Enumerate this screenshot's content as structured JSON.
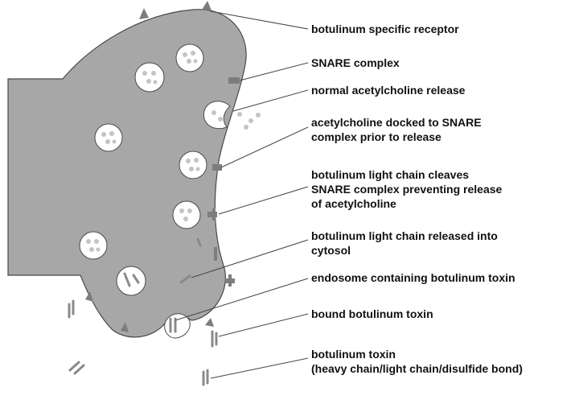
{
  "labels": {
    "receptor": "botulinum specific receptor",
    "snare": "SNARE complex",
    "normal_release": "normal acetylcholine release",
    "docked": [
      "acetylcholine docked to SNARE",
      "complex prior to release"
    ],
    "cleaves": [
      "botulinum light chain cleaves",
      "SNARE complex preventing release",
      "of acetylcholine"
    ],
    "released": [
      "botulinum light chain released into",
      "cytosol"
    ],
    "endosome": "endosome containing botulinum toxin",
    "bound": "bound botulinum toxin",
    "toxin": [
      "botulinum toxin",
      "(heavy chain/light chain/disulfide bond)"
    ]
  },
  "colors": {
    "cell": "#a7a7a7",
    "outline": "#4a4a4a",
    "vesicle": "#ffffff",
    "vesicle_dots": "#c4c4c4",
    "protein": "#7d7d7d",
    "toxin": "#8a8a8a",
    "leader": "#444444"
  }
}
